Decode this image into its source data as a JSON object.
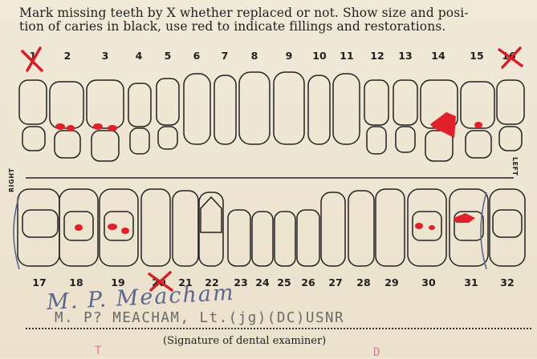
{
  "instructions": {
    "line1": "Mark missing teeth by X whether replaced or not. Show size and posi-",
    "line2": "tion of caries in black, use red to indicate fillings and restorations."
  },
  "upper_numbers": [
    "1",
    "2",
    "3",
    "4",
    "5",
    "6",
    "7",
    "8",
    "9",
    "10",
    "11",
    "12",
    "13",
    "14",
    "15",
    "16"
  ],
  "lower_numbers": [
    "17",
    "18",
    "19",
    "20",
    "21",
    "22",
    "23",
    "24",
    "25",
    "26",
    "27",
    "28",
    "29",
    "30",
    "31",
    "32"
  ],
  "labels": {
    "right": "RIGHT",
    "left": "LEFT"
  },
  "missing_teeth": [
    "1",
    "16",
    "20"
  ],
  "filled_teeth": [
    "2",
    "3",
    "14",
    "15",
    "18",
    "19",
    "30",
    "31"
  ],
  "signature": {
    "handwritten": "M. P. Meacham",
    "typed": "M. P? MEACHAM, Lt.(jg)(DC)USNR",
    "caption": "(Signature of dental examiner)"
  },
  "partial_text": {
    "left": "T",
    "right": "D"
  },
  "colors": {
    "ink": "#1f1f1f",
    "red": "#e0202a",
    "pen": "#5b6690",
    "pink": "#e0789a"
  }
}
